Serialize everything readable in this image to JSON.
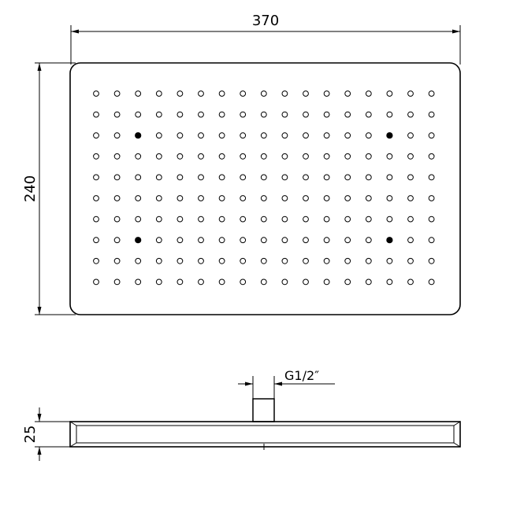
{
  "labels": {
    "width": "370",
    "height": "240",
    "thickness": "25",
    "thread": "G1/2″"
  },
  "nozzles": {
    "cols": 17,
    "rows": 10,
    "solid": [
      [
        2,
        2
      ],
      [
        14,
        2
      ],
      [
        2,
        7
      ],
      [
        14,
        7
      ]
    ]
  }
}
